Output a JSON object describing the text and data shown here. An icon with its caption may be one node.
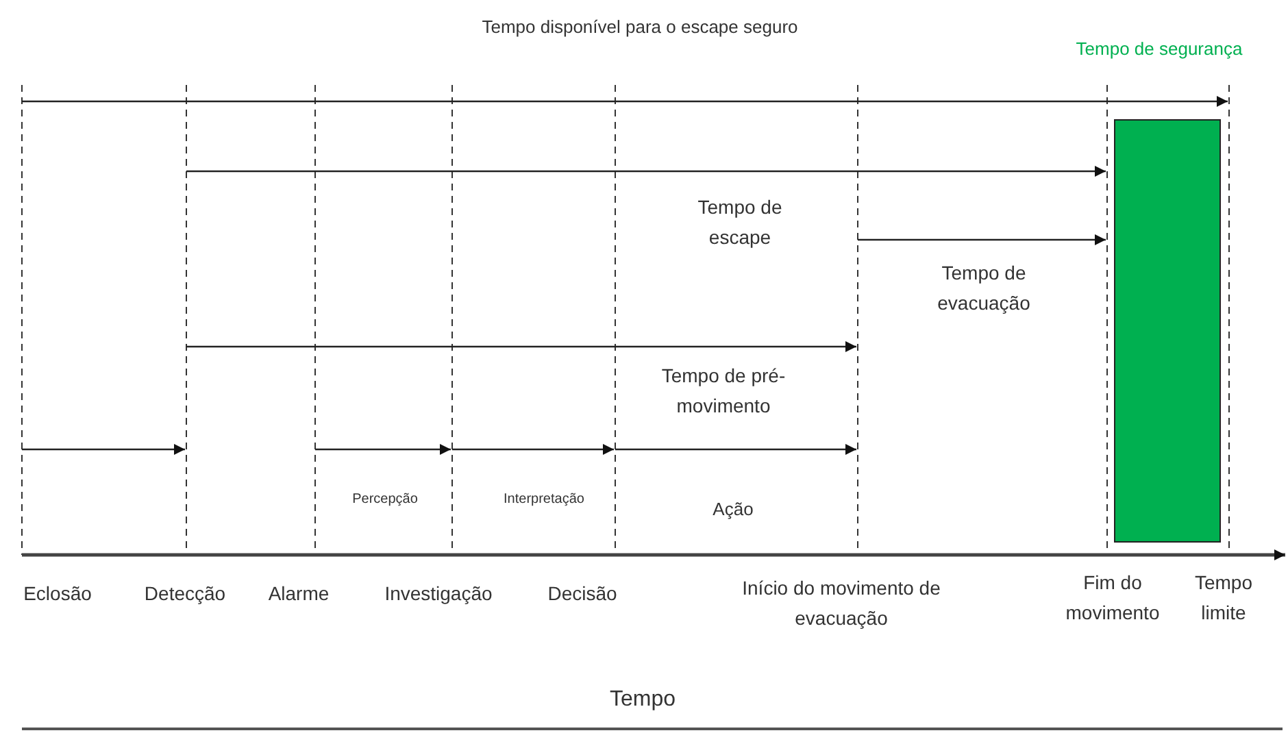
{
  "diagram": {
    "nodes": [
      {
        "text": [
          "Tempo de segurança"
        ]
      }
    ],
    "labels": [
      "Tempo disponível para o escape seguro",
      "Tempo de escape",
      "Tempo de evacuação",
      "Tempo de pré-movimento",
      "Percepção",
      "Interpretação",
      "Ação",
      "Eclosão",
      "Detecção",
      "Alarme",
      "Investigação",
      "Decisão",
      "Início do movimento de evacuação",
      "Fim do movimento",
      "Tempo limite",
      "Tempo"
    ]
  }
}
